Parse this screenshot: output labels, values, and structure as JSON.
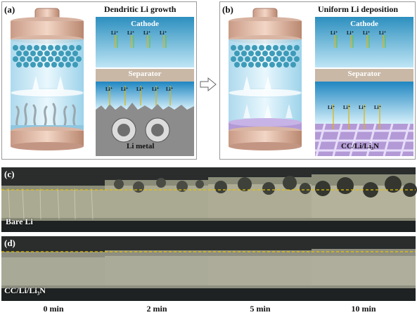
{
  "panel_a": {
    "label": "(a)",
    "title": "Dendritic Li growth",
    "cathode": "Cathode",
    "separator": "Separator",
    "anode": "Li metal",
    "ion": "Li⁺"
  },
  "panel_b": {
    "label": "(b)",
    "title": "Uniform Li deposition",
    "cathode": "Cathode",
    "separator": "Separator",
    "anode": "CC/Li/Li₃N",
    "ion": "Li⁺"
  },
  "row_c": {
    "label": "(c)",
    "sample": "Bare Li"
  },
  "row_d": {
    "label": "(d)",
    "sample": "CC/Li/Li₃N"
  },
  "time_labels": [
    "0 min",
    "2 min",
    "5 min",
    "10 min"
  ],
  "colors": {
    "cathode_blue": "#3aa3cf",
    "separator_tan": "#c9b8a6",
    "li_metal_grey": "#8c8c8c",
    "lithiophilic_purple": "#b39ad6",
    "guide_line_yellow": "#e8c400"
  }
}
